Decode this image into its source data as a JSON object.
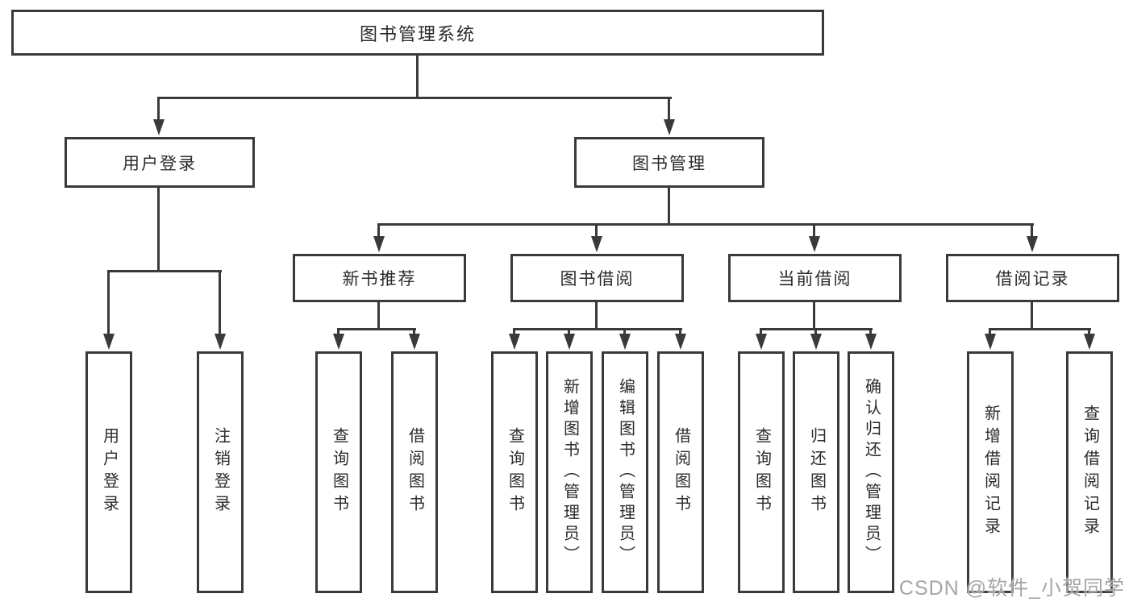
{
  "diagram": {
    "title": "图书管理系统",
    "root": {
      "label": "图书管理系统"
    },
    "level2": [
      {
        "label": "用户登录"
      },
      {
        "label": "图书管理"
      }
    ],
    "level3": [
      {
        "label": "新书推荐"
      },
      {
        "label": "图书借阅"
      },
      {
        "label": "当前借阅"
      },
      {
        "label": "借阅记录"
      }
    ],
    "leaves": [
      "用户登录",
      "注销登录",
      "查询图书",
      "借阅图书",
      "查询图书",
      "新增图书（管理员）",
      "编辑图书（管理员）",
      "借阅图书",
      "查询图书",
      "归还图书",
      "确认归还（管理员）",
      "新增借阅记录",
      "查询借阅记录"
    ]
  },
  "watermark": {
    "text": "CSDN @软件_小贺同学"
  },
  "colors": {
    "line": "#3a3a3a",
    "box_border": "#3a3a3a",
    "text": "#2b2b2b",
    "background": "#ffffff",
    "watermark": "#a5a5a5"
  }
}
